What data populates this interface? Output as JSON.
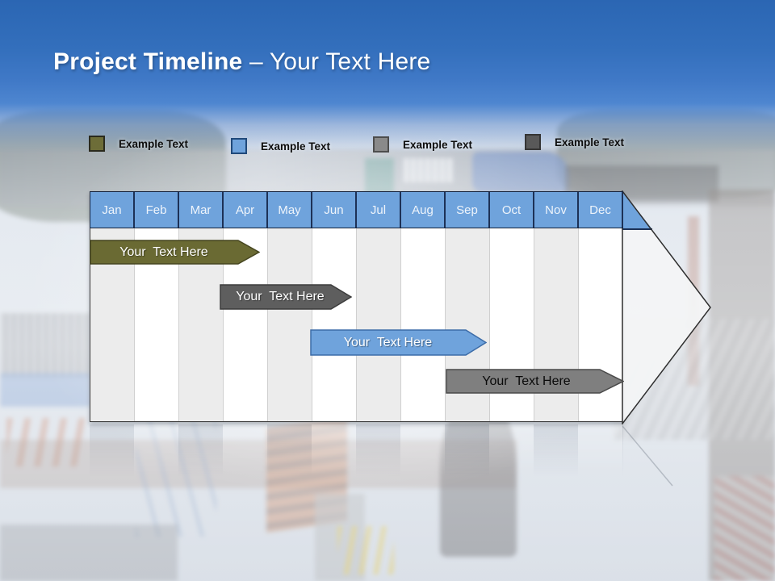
{
  "slide": {
    "title_bold": "Project Timeline ",
    "title_rest": "– Your Text Here"
  },
  "legend": {
    "items": [
      {
        "label": "Example Text",
        "color": "#6d6d38"
      },
      {
        "label": "Example Text",
        "color": "#6fa3dc"
      },
      {
        "label": "Example Text",
        "color": "#8a8a8a"
      },
      {
        "label": "Example Text",
        "color": "#595959"
      }
    ]
  },
  "timeline": {
    "type": "gantt-arrow",
    "months": [
      "Jan",
      "Feb",
      "Mar",
      "Apr",
      "May",
      "Jun",
      "Jul",
      "Aug",
      "Sep",
      "Oct",
      "Nov",
      "Dec"
    ],
    "header_color": "#6fa3dc",
    "bars": [
      {
        "label": "Your  Text Here",
        "color": "#6a6a33",
        "stroke": "#45451f",
        "text_color": "#ffffff",
        "start": "Jan",
        "end": "Apr"
      },
      {
        "label": "Your  Text Here",
        "color": "#5e5e5e",
        "stroke": "#3c3c3c",
        "text_color": "#ffffff",
        "start": "Mar",
        "end": "Jun"
      },
      {
        "label": "Your  Text Here",
        "color": "#6fa3dc",
        "stroke": "#3c6ca8",
        "text_color": "#ffffff",
        "start": "Jun",
        "end": "Sep"
      },
      {
        "label": "Your  Text Here",
        "color": "#7f7f7f",
        "stroke": "#4a4a4a",
        "text_color": "#000000",
        "start": "Sep",
        "end": "Dec"
      }
    ]
  }
}
